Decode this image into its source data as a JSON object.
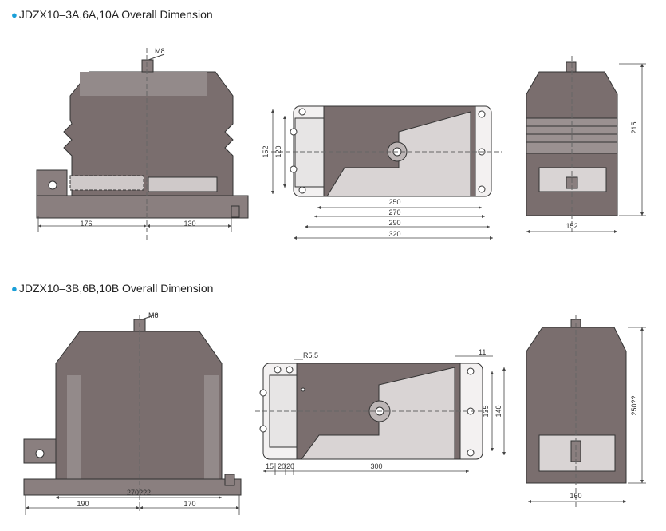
{
  "section_a": {
    "title": "JDZX10–3A,6A,10A  Overall Dimension",
    "front": {
      "bolt_label": "M8",
      "dim_left": "176",
      "dim_right": "130"
    },
    "top": {
      "dim_152": "152",
      "dim_120": "120",
      "dim_250": "250",
      "dim_270": "270",
      "dim_290": "290",
      "dim_320": "320"
    },
    "side": {
      "dim_height": "215",
      "dim_width": "152"
    }
  },
  "section_b": {
    "title": "JDZX10–3B,6B,10B  Overall Dimension",
    "front": {
      "bolt_label": "M8",
      "dim_total": "270??2",
      "dim_left": "190",
      "dim_right": "170"
    },
    "top": {
      "radius": "R5.5",
      "dim_11": "11",
      "dim_135": "135",
      "dim_140": "140",
      "dim_15": "15",
      "dim_20": "20",
      "dim_20b": "20",
      "dim_300": "300"
    },
    "side": {
      "dim_height": "250??",
      "dim_width": "160"
    }
  },
  "colors": {
    "bullet": "#1a9fd8",
    "body_fill": "#7a6e6e",
    "line": "#333333",
    "dim_line": "#444444"
  }
}
